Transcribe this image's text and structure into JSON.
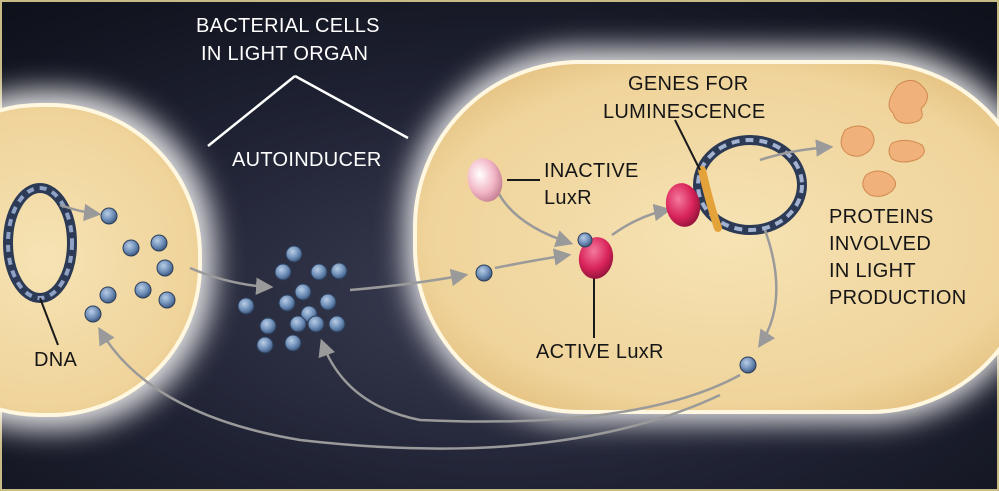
{
  "diagram": {
    "labels": {
      "bacterial_cells_line1": "BACTERIAL CELLS",
      "bacterial_cells_line2": "IN LIGHT ORGAN",
      "autoinducer": "AUTOINDUCER",
      "inactive_luxr_line1": "INACTIVE",
      "inactive_luxr_line2": "LuxR",
      "active_luxr": "ACTIVE LuxR",
      "genes_line1": "GENES FOR",
      "genes_line2": "LUMINESCENCE",
      "proteins_line1": "PROTEINS",
      "proteins_line2": "INVOLVED",
      "proteins_line3": "IN LIGHT",
      "proteins_line4": "PRODUCTION",
      "dna": "DNA"
    }
  },
  "colors": {
    "background_dark": "#1e1f2e",
    "cell_fill": "#f3deac",
    "cell_halo": "#ffffff",
    "molecule": "#6f8fb8",
    "luxr_active": "#d9245a",
    "luxr_inactive": "#f2b6c6",
    "protein": "#f0b27a",
    "dna_strand": "#3a4a6a",
    "arrow": "#9a9a9a"
  }
}
